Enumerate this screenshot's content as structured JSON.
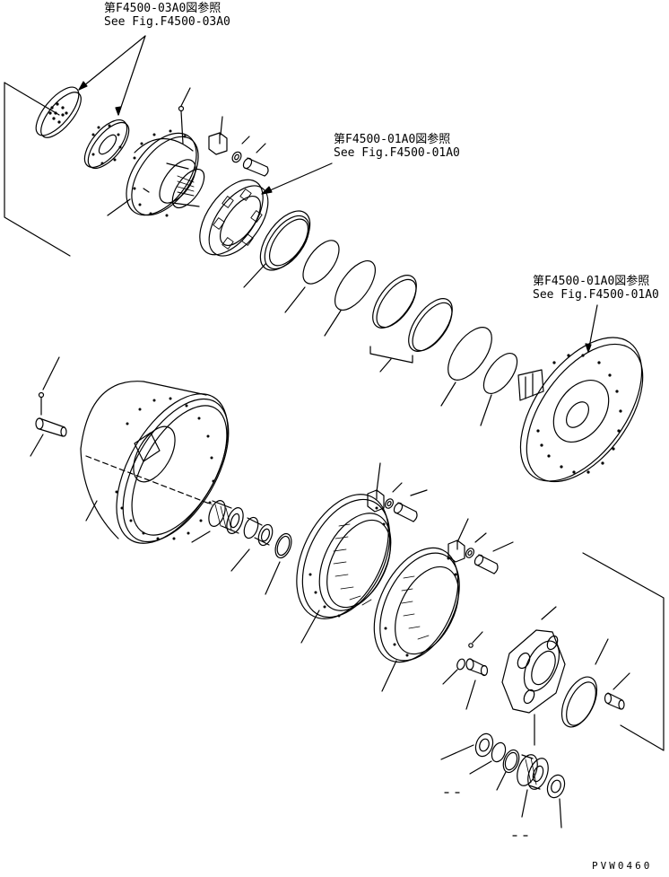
{
  "references": [
    {
      "jp": "第F4500-03A0図参照",
      "en": "See Fig.F4500-03A0"
    },
    {
      "jp": "第F4500-01A0図参照",
      "en": "See Fig.F4500-01A0"
    },
    {
      "jp": "第F4500-01A0図参照",
      "en": "See Fig.F4500-01A0"
    }
  ],
  "drawing_id": "PVW0460"
}
